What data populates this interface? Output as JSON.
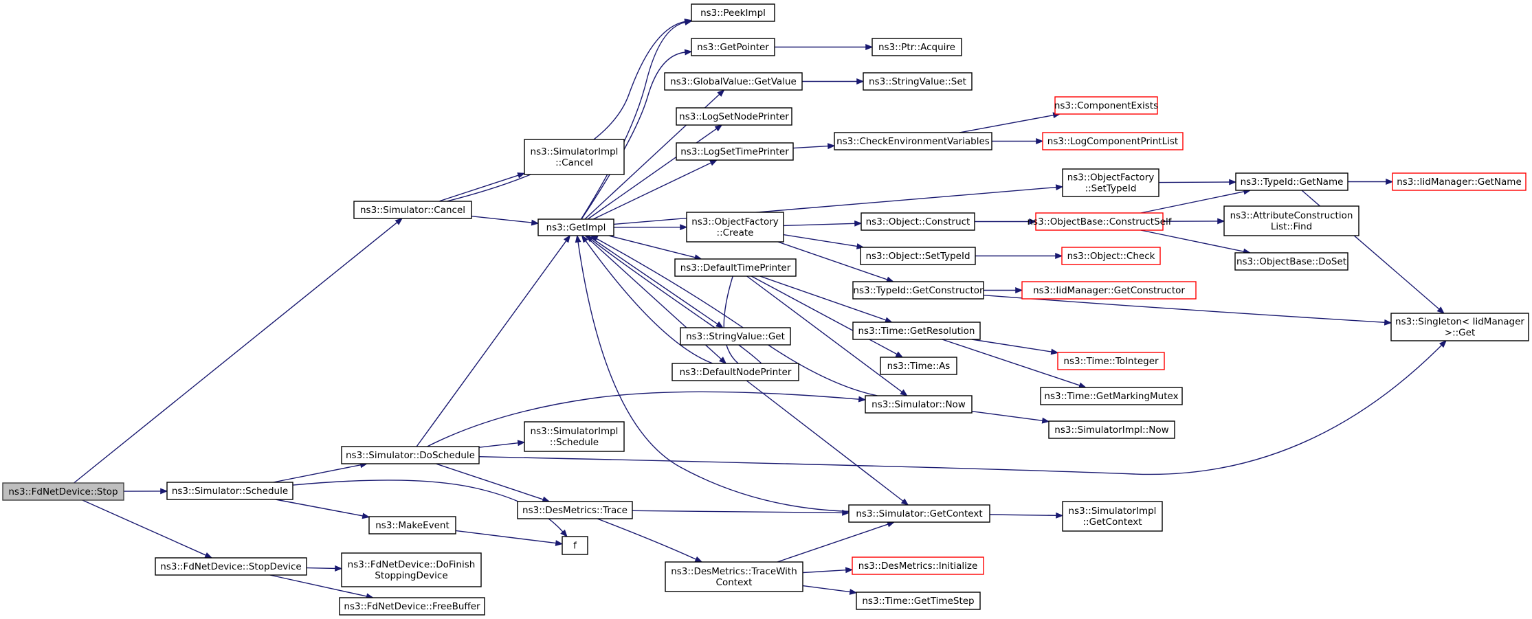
{
  "colors": {
    "edge": "#191970",
    "node_border": "#000000",
    "node_border_missing": "#ff0000",
    "root_fill": "#bfbfbf"
  },
  "nodes": {
    "fdnetdevice_stop": {
      "lines": [
        "ns3::FdNetDevice::Stop"
      ],
      "root": true
    },
    "simulator_cancel": {
      "lines": [
        "ns3::Simulator::Cancel"
      ]
    },
    "simulator_schedule": {
      "lines": [
        "ns3::Simulator::Schedule"
      ]
    },
    "fdnetdevice_stopdevice": {
      "lines": [
        "ns3::FdNetDevice::StopDevice"
      ]
    },
    "simulatorimpl_cancel": {
      "lines": [
        "ns3::SimulatorImpl",
        "::Cancel"
      ]
    },
    "getimpl": {
      "lines": [
        "ns3::GetImpl"
      ]
    },
    "simulator_doschedule": {
      "lines": [
        "ns3::Simulator::DoSchedule"
      ]
    },
    "makeevent": {
      "lines": [
        "ns3::MakeEvent"
      ]
    },
    "f": {
      "lines": [
        "f"
      ]
    },
    "dofinishstopping": {
      "lines": [
        "ns3::FdNetDevice::DoFinish",
        "StoppingDevice"
      ]
    },
    "freebuffer": {
      "lines": [
        "ns3::FdNetDevice::FreeBuffer"
      ]
    },
    "peekimpl": {
      "lines": [
        "ns3::PeekImpl"
      ]
    },
    "getpointer": {
      "lines": [
        "ns3::GetPointer"
      ]
    },
    "globalvalue_getvalue": {
      "lines": [
        "ns3::GlobalValue::GetValue"
      ]
    },
    "logsetnodeprinter": {
      "lines": [
        "ns3::LogSetNodePrinter"
      ]
    },
    "logsettimeprinter": {
      "lines": [
        "ns3::LogSetTimePrinter"
      ]
    },
    "objectfactory_create": {
      "lines": [
        "ns3::ObjectFactory",
        "::Create"
      ]
    },
    "defaulttimeprinter": {
      "lines": [
        "ns3::DefaultTimePrinter"
      ]
    },
    "stringvalue_get": {
      "lines": [
        "ns3::StringValue::Get"
      ]
    },
    "defaultnodeprinter": {
      "lines": [
        "ns3::DefaultNodePrinter"
      ]
    },
    "simulatorimpl_schedule": {
      "lines": [
        "ns3::SimulatorImpl",
        "::Schedule"
      ]
    },
    "desmetrics_trace": {
      "lines": [
        "ns3::DesMetrics::Trace"
      ]
    },
    "desmetrics_tracewithcontext": {
      "lines": [
        "ns3::DesMetrics::TraceWith",
        "Context"
      ]
    },
    "ptr_acquire": {
      "lines": [
        "ns3::Ptr::Acquire"
      ]
    },
    "stringvalue_set": {
      "lines": [
        "ns3::StringValue::Set"
      ]
    },
    "checkenvvars": {
      "lines": [
        "ns3::CheckEnvironmentVariables"
      ]
    },
    "objectfactory_settypeid": {
      "lines": [
        "ns3::ObjectFactory",
        "::SetTypeId"
      ]
    },
    "object_construct": {
      "lines": [
        "ns3::Object::Construct"
      ]
    },
    "object_settypeid": {
      "lines": [
        "ns3::Object::SetTypeId"
      ]
    },
    "typeid_getconstructor": {
      "lines": [
        "ns3::TypeId::GetConstructor"
      ]
    },
    "time_getresolution": {
      "lines": [
        "ns3::Time::GetResolution"
      ]
    },
    "time_as": {
      "lines": [
        "ns3::Time::As"
      ]
    },
    "simulator_now": {
      "lines": [
        "ns3::Simulator::Now"
      ]
    },
    "simulator_getcontext": {
      "lines": [
        "ns3::Simulator::GetContext"
      ]
    },
    "desmetrics_initialize": {
      "lines": [
        "ns3::DesMetrics::Initialize"
      ],
      "missing": true
    },
    "time_gettimestep": {
      "lines": [
        "ns3::Time::GetTimeStep"
      ]
    },
    "componentexists": {
      "lines": [
        "ns3::ComponentExists"
      ],
      "missing": true
    },
    "logcomponentprintlist": {
      "lines": [
        "ns3::LogComponentPrintList"
      ],
      "missing": true
    },
    "typeid_getname": {
      "lines": [
        "ns3::TypeId::GetName"
      ]
    },
    "objectbase_constructself": {
      "lines": [
        "ns3::ObjectBase::ConstructSelf"
      ],
      "missing": true
    },
    "object_check": {
      "lines": [
        "ns3::Object::Check"
      ],
      "missing": true
    },
    "iidmanager_getconstructor": {
      "lines": [
        "ns3::IidManager::GetConstructor"
      ],
      "missing": true
    },
    "time_tointeger": {
      "lines": [
        "ns3::Time::ToInteger"
      ],
      "missing": true
    },
    "time_getmarkingmutex": {
      "lines": [
        "ns3::Time::GetMarkingMutex"
      ]
    },
    "simulatorimpl_now": {
      "lines": [
        "ns3::SimulatorImpl::Now"
      ]
    },
    "simulatorimpl_getcontext": {
      "lines": [
        "ns3::SimulatorImpl",
        "::GetContext"
      ]
    },
    "iidmanager_getname": {
      "lines": [
        "ns3::IidManager::GetName"
      ],
      "missing": true
    },
    "attributeconstructionlist_find": {
      "lines": [
        "ns3::AttributeConstruction",
        "List::Find"
      ]
    },
    "objectbase_doset": {
      "lines": [
        "ns3::ObjectBase::DoSet"
      ]
    },
    "singleton_get": {
      "lines": [
        "ns3::Singleton< IidManager",
        " >::Get"
      ]
    }
  },
  "edges": [
    [
      "fdnetdevice_stop",
      "simulator_cancel"
    ],
    [
      "fdnetdevice_stop",
      "simulator_schedule"
    ],
    [
      "fdnetdevice_stop",
      "fdnetdevice_stopdevice"
    ],
    [
      "simulator_cancel",
      "simulatorimpl_cancel"
    ],
    [
      "simulator_cancel",
      "getimpl"
    ],
    [
      "simulator_cancel",
      "peekimpl"
    ],
    [
      "simulator_schedule",
      "simulator_doschedule"
    ],
    [
      "simulator_schedule",
      "makeevent"
    ],
    [
      "simulator_schedule",
      "f"
    ],
    [
      "fdnetdevice_stopdevice",
      "dofinishstopping"
    ],
    [
      "fdnetdevice_stopdevice",
      "freebuffer"
    ],
    [
      "simulator_doschedule",
      "getimpl"
    ],
    [
      "simulator_doschedule",
      "simulatorimpl_schedule"
    ],
    [
      "simulator_doschedule",
      "desmetrics_trace"
    ],
    [
      "simulator_doschedule",
      "simulator_now"
    ],
    [
      "simulator_doschedule",
      "singleton_get"
    ],
    [
      "makeevent",
      "f"
    ],
    [
      "getimpl",
      "peekimpl"
    ],
    [
      "getimpl",
      "getpointer"
    ],
    [
      "getimpl",
      "globalvalue_getvalue"
    ],
    [
      "getimpl",
      "logsetnodeprinter"
    ],
    [
      "getimpl",
      "logsettimeprinter"
    ],
    [
      "getimpl",
      "objectfactory_create"
    ],
    [
      "getimpl",
      "defaulttimeprinter"
    ],
    [
      "getimpl",
      "stringvalue_get"
    ],
    [
      "getimpl",
      "defaultnodeprinter"
    ],
    [
      "getimpl",
      "objectfactory_settypeid"
    ],
    [
      "getpointer",
      "ptr_acquire"
    ],
    [
      "globalvalue_getvalue",
      "stringvalue_set"
    ],
    [
      "logsettimeprinter",
      "checkenvvars"
    ],
    [
      "checkenvvars",
      "componentexists"
    ],
    [
      "checkenvvars",
      "logcomponentprintlist"
    ],
    [
      "objectfactory_settypeid",
      "typeid_getname"
    ],
    [
      "objectfactory_create",
      "object_construct"
    ],
    [
      "objectfactory_create",
      "object_settypeid"
    ],
    [
      "objectfactory_create",
      "typeid_getconstructor"
    ],
    [
      "object_construct",
      "objectbase_constructself"
    ],
    [
      "objectbase_constructself",
      "typeid_getname"
    ],
    [
      "objectbase_constructself",
      "attributeconstructionlist_find"
    ],
    [
      "objectbase_constructself",
      "objectbase_doset"
    ],
    [
      "object_settypeid",
      "object_check"
    ],
    [
      "typeid_getconstructor",
      "iidmanager_getconstructor"
    ],
    [
      "typeid_getconstructor",
      "singleton_get"
    ],
    [
      "typeid_getname",
      "iidmanager_getname"
    ],
    [
      "typeid_getname",
      "singleton_get"
    ],
    [
      "defaulttimeprinter",
      "simulator_now"
    ],
    [
      "defaulttimeprinter",
      "time_getresolution"
    ],
    [
      "defaulttimeprinter",
      "time_as"
    ],
    [
      "defaulttimeprinter",
      "getimpl"
    ],
    [
      "defaultnodeprinter",
      "simulator_getcontext"
    ],
    [
      "defaultnodeprinter",
      "getimpl"
    ],
    [
      "time_getresolution",
      "time_tointeger"
    ],
    [
      "time_getresolution",
      "time_getmarkingmutex"
    ],
    [
      "simulator_now",
      "simulatorimpl_now"
    ],
    [
      "simulator_now",
      "getimpl"
    ],
    [
      "desmetrics_trace",
      "simulator_getcontext"
    ],
    [
      "desmetrics_trace",
      "desmetrics_tracewithcontext"
    ],
    [
      "desmetrics_tracewithcontext",
      "simulator_getcontext"
    ],
    [
      "desmetrics_tracewithcontext",
      "desmetrics_initialize"
    ],
    [
      "desmetrics_tracewithcontext",
      "time_gettimestep"
    ],
    [
      "simulator_getcontext",
      "simulatorimpl_getcontext"
    ],
    [
      "simulator_getcontext",
      "getimpl"
    ]
  ]
}
